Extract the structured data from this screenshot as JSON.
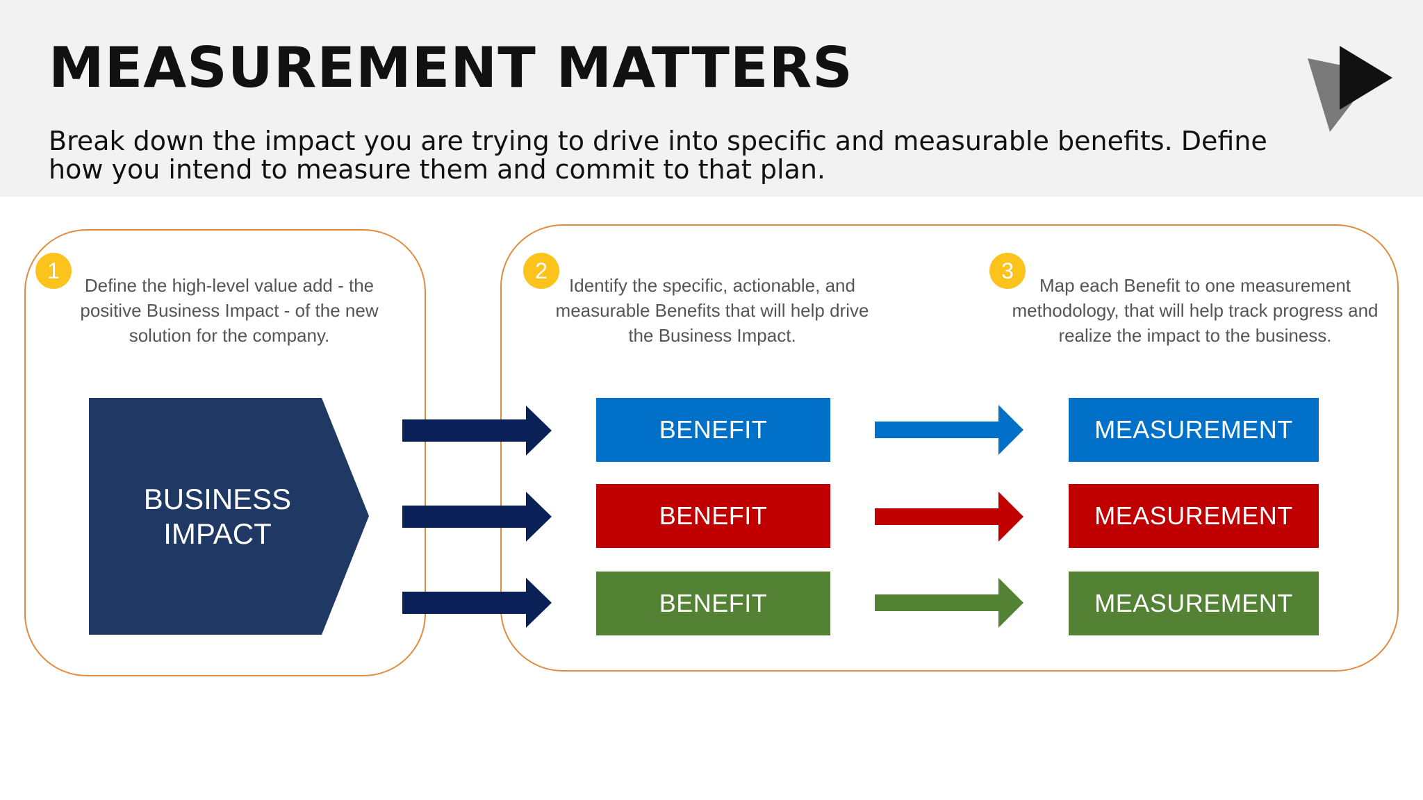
{
  "header": {
    "title": "MEASUREMENT MATTERS",
    "subtitle": "Break down the impact you are trying to drive into specific and measurable benefits. Define how you intend to measure them and commit to that plan."
  },
  "logo": {
    "icon": "play-triangle-logo-icon",
    "colors": [
      "#7a7a7a",
      "#111111"
    ]
  },
  "steps": [
    {
      "number": "1",
      "text": "Define the high-level value add - the positive Business Impact - of the new solution for the company."
    },
    {
      "number": "2",
      "text": "Identify the specific, actionable, and measurable Benefits that will help drive the Business Impact."
    },
    {
      "number": "3",
      "text": "Map each Benefit to one measurement methodology, that will help track progress and realize the impact to the business."
    }
  ],
  "business_impact": {
    "line1": "BUSINESS",
    "line2": "IMPACT",
    "color": "#203864"
  },
  "rows": [
    {
      "benefit": "BENEFIT",
      "measurement": "MEASUREMENT",
      "color": "#0070c8"
    },
    {
      "benefit": "BENEFIT",
      "measurement": "MEASUREMENT",
      "color": "#c00000"
    },
    {
      "benefit": "BENEFIT",
      "measurement": "MEASUREMENT",
      "color": "#548235"
    }
  ],
  "colors": {
    "navy_arrow": "#0a2158",
    "panel_border": "#e08a3c",
    "badge": "#fbc31b",
    "header_band": "#f2f2f2"
  }
}
